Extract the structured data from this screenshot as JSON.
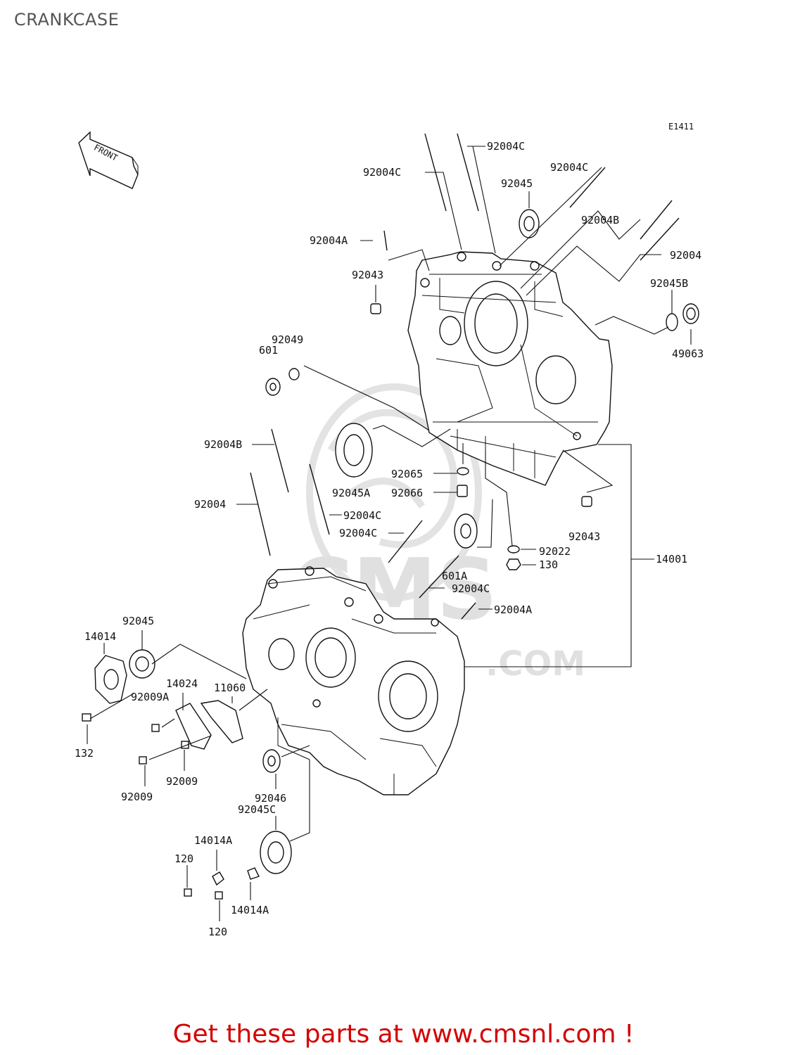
{
  "page": {
    "title": "CRANKCASE",
    "footer": "Get these parts at www.cmsnl.com !"
  },
  "diagram": {
    "ref": "E1411",
    "watermark": "CMS",
    "watermark_url": ".COM",
    "front_arrow": "FRONT",
    "labels": {
      "l_92004C_top": "92004C",
      "l_92004C_left": "92004C",
      "l_92004C_right": "92004C",
      "l_92045_top": "92045",
      "l_92004B_top": "92004B",
      "l_92004A_top": "92004A",
      "l_92004_top": "92004",
      "l_92043_top": "92043",
      "l_92045B": "92045B",
      "l_49063": "49063",
      "l_92049": "92049",
      "l_601": "601",
      "l_92004B_mid": "92004B",
      "l_92065": "92065",
      "l_92066": "92066",
      "l_92045A": "92045A",
      "l_92004_mid": "92004",
      "l_92004C_mid1": "92004C",
      "l_92004C_mid2": "92004C",
      "l_92043_mid": "92043",
      "l_92022": "92022",
      "l_130": "130",
      "l_14001": "14001",
      "l_601A": "601A",
      "l_92004C_mid3": "92004C",
      "l_92004A_mid": "92004A",
      "l_92045_left": "92045",
      "l_14014": "14014",
      "l_14024": "14024",
      "l_11060": "11060",
      "l_92009A": "92009A",
      "l_132": "132",
      "l_92009_a": "92009",
      "l_92009_b": "92009",
      "l_92046": "92046",
      "l_92045C": "92045C",
      "l_14014A_a": "14014A",
      "l_14014A_b": "14014A",
      "l_120_a": "120",
      "l_120_b": "120"
    }
  }
}
